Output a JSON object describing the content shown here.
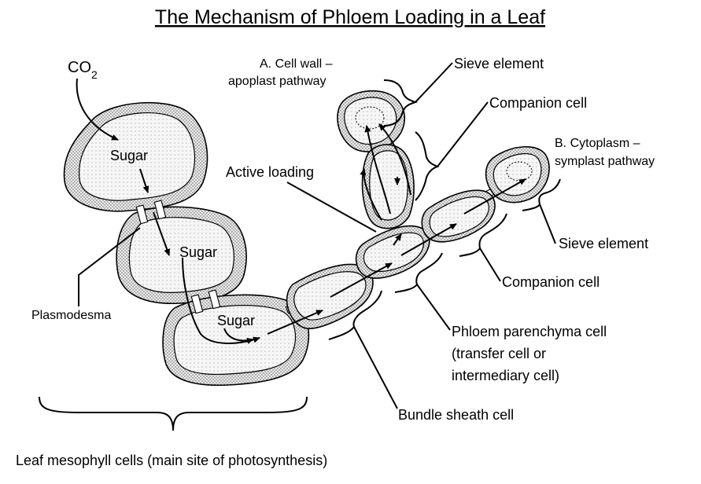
{
  "title": "The Mechanism of Phloem Loading in a Leaf",
  "labels": {
    "co2_base": "CO",
    "co2_sub": "2",
    "sugar_1": "Sugar",
    "sugar_2": "Sugar",
    "sugar_3": "Sugar",
    "plasmodesma": "Plasmodesma",
    "active_loading": "Active loading",
    "cell_wall_line1": "A. Cell wall –",
    "cell_wall_line2": "apoplast pathway",
    "sieve_element_top": "Sieve element",
    "companion_cell_top": "Companion cell",
    "cytoplasm_line1": "B. Cytoplasm –",
    "cytoplasm_line2": "symplast pathway",
    "sieve_element_right": "Sieve element",
    "companion_cell_right": "Companion cell",
    "phloem_line1": "Phloem parenchyma cell",
    "phloem_line2": "(transfer cell or",
    "phloem_line3": "intermediary cell)",
    "bundle_sheath": "Bundle sheath cell",
    "mesophyll": "Leaf mesophyll cells (main site of photosynthesis)"
  }
}
